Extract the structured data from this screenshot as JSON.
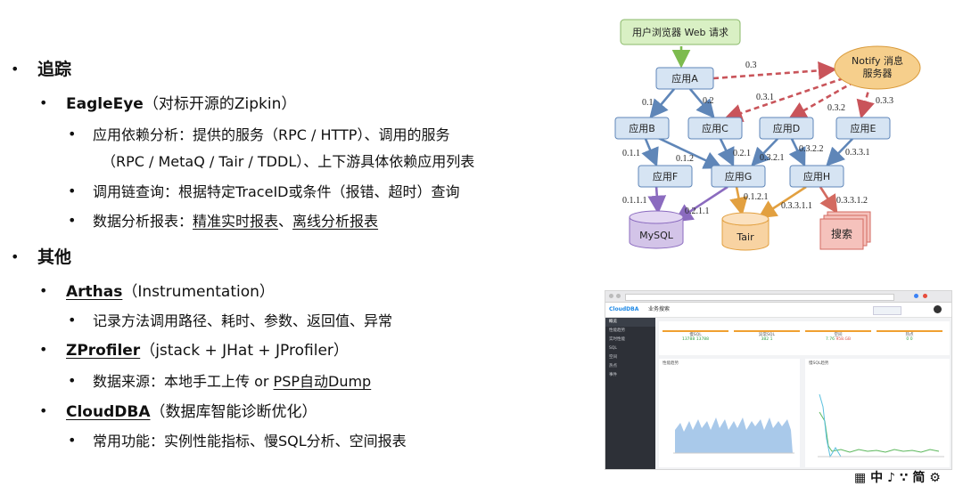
{
  "outline": {
    "s1": {
      "bullet": "•",
      "title": "追踪",
      "eagle": {
        "bullet": "•",
        "name": "EagleEye",
        "note": "（对标开源的Zipkin）",
        "items": [
          {
            "bullet": "•",
            "line1": "应用依赖分析：提供的服务（RPC / HTTP）、调用的服务",
            "line2": "（RPC / MetaQ / Tair / TDDL）、上下游具体依赖应用列表"
          },
          {
            "bullet": "•",
            "line1": "调用链查询：根据特定TraceID或条件（报错、超时）查询"
          },
          {
            "bullet": "•",
            "prefix": "数据分析报表：",
            "link1": "精准实时报表",
            "sep": "、",
            "link2": "离线分析报表"
          }
        ]
      }
    },
    "s2": {
      "bullet": "•",
      "title": "其他",
      "arthas": {
        "bullet": "•",
        "name": "Arthas",
        "note": "（Instrumentation）",
        "item": {
          "bullet": "•",
          "text": "记录方法调用路径、耗时、参数、返回值、异常"
        }
      },
      "zprofiler": {
        "bullet": "•",
        "name": "ZProfiler",
        "note": "（jstack + JHat  + JProfiler）",
        "item": {
          "bullet": "•",
          "prefix": "数据来源：本地手工上传 or ",
          "link": "PSP自动Dump"
        }
      },
      "clouddba": {
        "bullet": "•",
        "name": "CloudDBA",
        "note": "（数据库智能诊断优化）",
        "item": {
          "bullet": "•",
          "text": "常用功能：实例性能指标、慢SQL分析、空间报表"
        }
      }
    }
  },
  "trace_diagram": {
    "nodes": {
      "browser": "用户浏览器 Web 请求",
      "notify1": "Notify 消息",
      "notify2": "服务器",
      "A": "应用A",
      "B": "应用B",
      "C": "应用C",
      "D": "应用D",
      "E": "应用E",
      "F": "应用F",
      "G": "应用G",
      "H": "应用H",
      "mysql": "MySQL",
      "tair": "Tair",
      "search": "搜索"
    },
    "edge_labels": {
      "e03": "0.3",
      "e01": "0.1",
      "e02": "0.2",
      "e031": "0.3.1",
      "e032": "0.3.2",
      "e033": "0.3.3",
      "e011": "0.1.1",
      "e012": "0.1.2",
      "e021": "0.2.1",
      "e0321": "0.3.2.1",
      "e0322": "0.3.2.2",
      "e0331": "0.3.3.1",
      "e0111": "0.1.1.1",
      "e0211": "0.2.1.1",
      "e0121": "0.1.2.1",
      "e03311": "0.3.3.1.1",
      "e03312": "0.3.3.1.2"
    },
    "colors": {
      "browser_fill": "#d9f0c4",
      "app_fill": "#d6e4f3",
      "notify_fill": "#f6cf8c",
      "mysql_fill": "#d3c4e8",
      "tair_fill": "#f8d3a2",
      "search_fill": "#f5c2bc",
      "arrow_blue": "#5f86b8",
      "arrow_red": "#c9545a"
    }
  },
  "dashboard": {
    "brand": "CloudDBA",
    "page_title": "业务搜索",
    "sidebar": [
      "概览",
      "性能趋势",
      "实时性能",
      "SQL",
      "空间",
      "热点",
      "事件"
    ],
    "cards": [
      {
        "title": "慢SQL",
        "v1": "13788",
        "v2": "13788"
      },
      {
        "title": "异常SQL",
        "v1": "382",
        "v2": "1"
      },
      {
        "title": "空间",
        "v1": "7.76",
        "v2": "958.GB"
      },
      {
        "title": "热点",
        "v1": "0",
        "v2": "0"
      }
    ],
    "panel_left": "性能趋势",
    "panel_right": "慢SQL趋势"
  },
  "footer": {
    "icons": "▦ 中 ♪ ∵ 简 ⚙"
  }
}
